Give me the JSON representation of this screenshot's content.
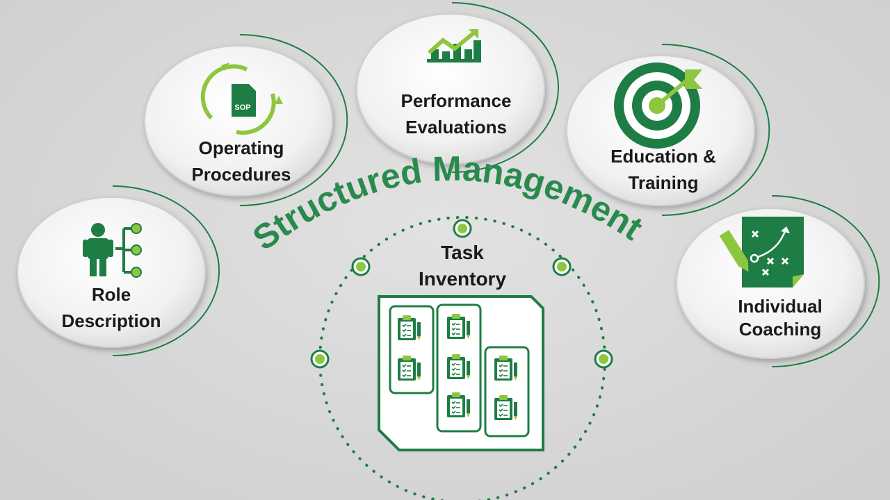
{
  "title": "Structured Management",
  "center": {
    "label": [
      "Task",
      "Inventory"
    ]
  },
  "nodes": [
    {
      "id": "role",
      "label": [
        "Role",
        "Description"
      ],
      "icon": "org-role-icon"
    },
    {
      "id": "sop",
      "label": [
        "Operating",
        "Procedures"
      ],
      "icon": "sop-cycle-icon",
      "icon_text": "SOP"
    },
    {
      "id": "perf",
      "label": [
        "Performance",
        "Evaluations"
      ],
      "icon": "growth-chart-icon"
    },
    {
      "id": "edu",
      "label": [
        "Education &",
        "Training"
      ],
      "icon": "target-icon"
    },
    {
      "id": "coach",
      "label": [
        "Individual",
        "Coaching"
      ],
      "icon": "strategy-board-icon"
    }
  ],
  "colors": {
    "dark_green": "#1e7d44",
    "light_green": "#8dc63f",
    "accent": "#2a8a4e"
  }
}
